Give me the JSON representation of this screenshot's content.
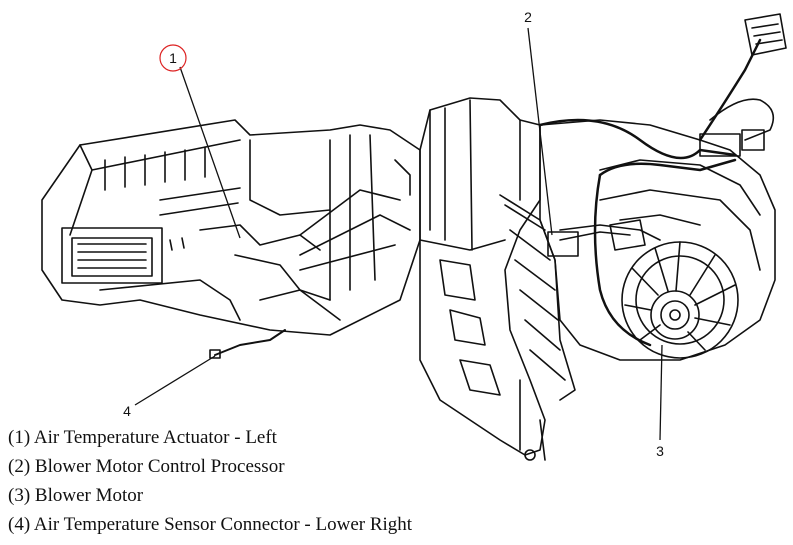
{
  "callouts": [
    {
      "id": "c1",
      "label": "1"
    },
    {
      "id": "c2",
      "label": "2"
    },
    {
      "id": "c3",
      "label": "3"
    },
    {
      "id": "c4",
      "label": "4"
    }
  ],
  "legend": [
    "(1) Air Temperature Actuator - Left",
    "(2) Blower Motor Control Processor",
    "(3) Blower Motor",
    "(4) Air Temperature Sensor Connector - Lower Right"
  ]
}
